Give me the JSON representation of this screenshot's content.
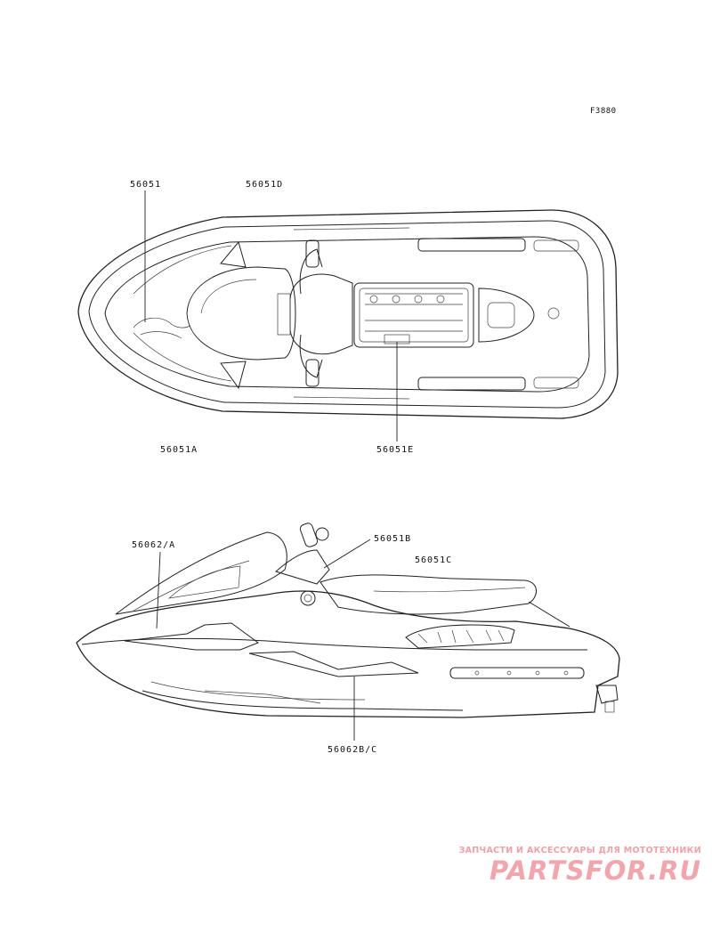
{
  "figure": {
    "code": "F3880"
  },
  "labels": {
    "top_view": {
      "part_56051": "56051",
      "part_56051d": "56051D",
      "part_56051a": "56051A",
      "part_56051e": "56051E"
    },
    "side_view": {
      "part_56062a": "56062/A",
      "part_56051b": "56051B",
      "part_56051c": "56051C",
      "part_56062bc": "56062B/C"
    }
  },
  "watermark": {
    "tagline": "ЗАПЧАСТИ И АКСЕССУАРЫ ДЛЯ МОТОТЕХНИКИ",
    "logo": "PARTSFOR.RU"
  },
  "colors": {
    "lines": "#222222",
    "watermark": "#f1a6ad"
  }
}
